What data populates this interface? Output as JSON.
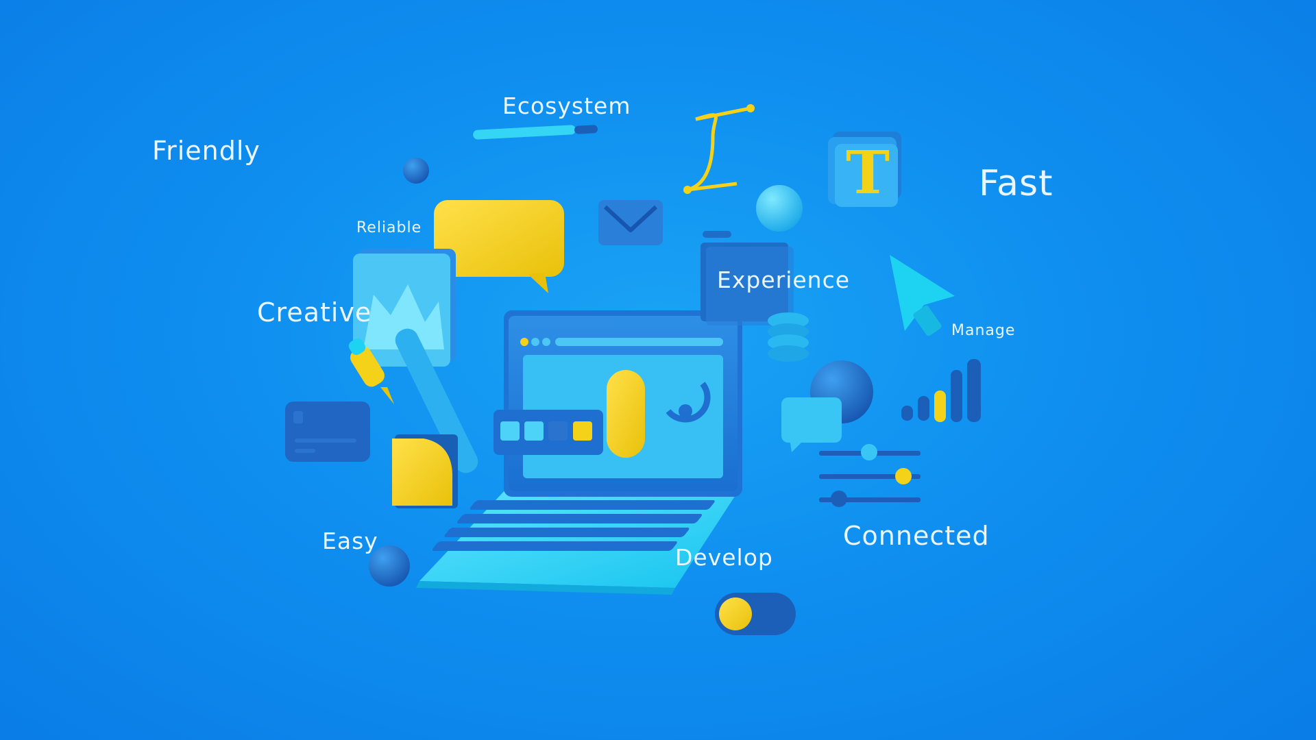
{
  "words": {
    "friendly": "Friendly",
    "ecosystem": "Ecosystem",
    "fast": "Fast",
    "reliable": "Reliable",
    "creative": "Creative",
    "experience": "Experience",
    "manage": "Manage",
    "easy": "Easy",
    "develop": "Develop",
    "connected": "Connected"
  },
  "text_tile_letter": "T",
  "colors": {
    "background": "#0f8ff0",
    "text": "#eaf6ff",
    "dark_blue": "#1c5fb8",
    "mid_blue": "#2a7fd8",
    "cyan": "#1ed3f2",
    "yellow": "#f5d21a"
  },
  "icons": [
    "laptop-icon",
    "chat-bubble-icon",
    "mountain-chart-card-icon",
    "pen-icon",
    "envelope-icon",
    "bezier-curve-icon",
    "text-tile-icon",
    "cursor-arrow-icon",
    "bar-chart-icon",
    "slider-controls-icon",
    "toggle-switch-icon",
    "credit-card-icon",
    "sticky-note-icon",
    "coin-stack-icon",
    "sphere-icon"
  ],
  "slider_levels": [
    0.45,
    0.75,
    0.2
  ],
  "toggle_state": "on"
}
